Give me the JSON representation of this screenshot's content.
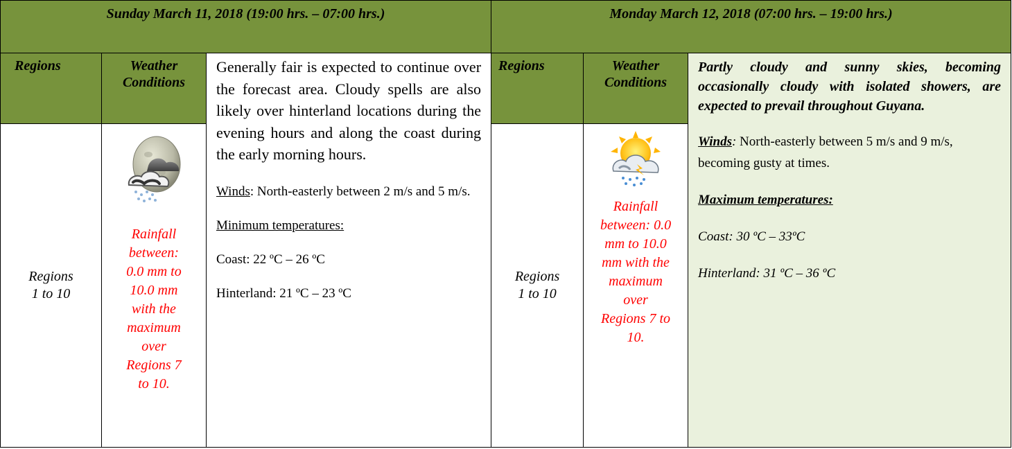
{
  "left": {
    "day_title": "Sunday March 11, 2018 (19:00 hrs. – 07:00 hrs.)",
    "regions_header": "Regions",
    "conditions_header_line1": "Weather",
    "conditions_header_line2": "Conditions",
    "regions_lines": [
      "Regions",
      "1 to 10"
    ],
    "weather_icon": "moon-cloud-rain-icon",
    "rainfall_lines": [
      "Rainfall",
      "between:",
      "0.0 mm to",
      "10.0 mm",
      "with the",
      "maximum",
      "over",
      "Regions 7",
      "to 10."
    ],
    "forecast": "Generally fair is expected to continue over the forecast area. Cloudy spells are also likely over hinterland locations during the evening hours and along the coast during the early morning hours.",
    "winds_label": "Winds",
    "winds_text": ": North-easterly between 2 m/s and 5 m/s.",
    "temp_label": "Minimum temperatures:",
    "coast": "Coast: 22 ºC – 26 ºC",
    "hinterland": "Hinterland: 21 ºC – 23 ºC"
  },
  "right": {
    "day_title": "Monday March 12, 2018 (07:00 hrs. – 19:00 hrs.)",
    "regions_header": "Regions",
    "conditions_header_line1": "Weather",
    "conditions_header_line2": "Conditions",
    "regions_lines": [
      "Regions",
      "1 to 10"
    ],
    "weather_icon": "sun-cloud-rain-icon",
    "rainfall_lines": [
      "Rainfall",
      "between: 0.0",
      "mm to  10.0",
      "mm with the",
      "maximum",
      "over",
      "Regions 7 to",
      "10."
    ],
    "forecast": "Partly cloudy and sunny skies, becoming occasionally cloudy with isolated showers, are expected to prevail throughout Guyana.",
    "winds_label": "Winds",
    "winds_colon": ":",
    "winds_text": " North-easterly between 5 m/s and 9 m/s, becoming gusty at times.",
    "temp_label": "Maximum temperatures:",
    "coast": "Coast: 30 ºC – 33ºC",
    "hinterland": "Hinterland: 31 ºC – 36 ºC"
  },
  "colors": {
    "header_green": "#77933c",
    "cell_light_green": "#eaf1dd",
    "rainfall_red": "#ff0000"
  }
}
